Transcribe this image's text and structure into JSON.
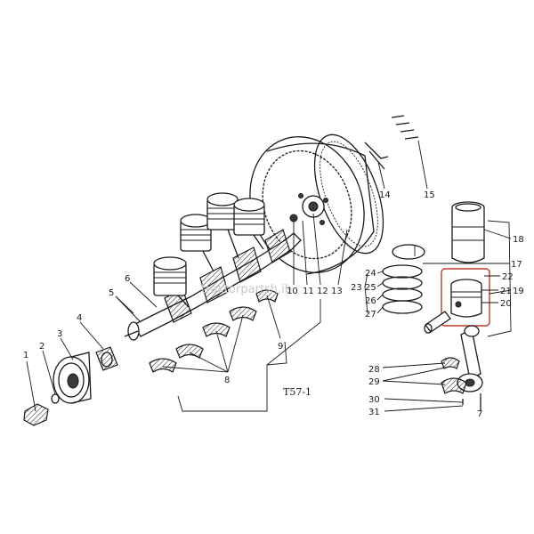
{
  "diagram": {
    "figure_code": "T57-1",
    "watermark": "traktorpartsh.ib",
    "highlight_color": "#c0392b",
    "labels": [
      {
        "id": "1",
        "text": "1"
      },
      {
        "id": "2",
        "text": "2"
      },
      {
        "id": "3",
        "text": "3"
      },
      {
        "id": "4",
        "text": "4"
      },
      {
        "id": "5",
        "text": "5"
      },
      {
        "id": "6",
        "text": "6"
      },
      {
        "id": "7",
        "text": "7"
      },
      {
        "id": "8",
        "text": "8"
      },
      {
        "id": "9",
        "text": "9"
      },
      {
        "id": "10",
        "text": "10"
      },
      {
        "id": "11",
        "text": "11"
      },
      {
        "id": "12",
        "text": "12"
      },
      {
        "id": "13",
        "text": "13"
      },
      {
        "id": "14",
        "text": "14"
      },
      {
        "id": "15",
        "text": "15"
      },
      {
        "id": "17",
        "text": "17"
      },
      {
        "id": "18",
        "text": "18"
      },
      {
        "id": "19",
        "text": "19"
      },
      {
        "id": "20",
        "text": "20"
      },
      {
        "id": "21",
        "text": "21"
      },
      {
        "id": "22",
        "text": "22"
      },
      {
        "id": "23",
        "text": "23"
      },
      {
        "id": "24",
        "text": "24"
      },
      {
        "id": "25",
        "text": "25"
      },
      {
        "id": "26",
        "text": "26"
      },
      {
        "id": "27",
        "text": "27"
      },
      {
        "id": "28",
        "text": "28"
      },
      {
        "id": "29",
        "text": "29"
      },
      {
        "id": "30",
        "text": "30"
      },
      {
        "id": "31",
        "text": "31"
      }
    ]
  }
}
